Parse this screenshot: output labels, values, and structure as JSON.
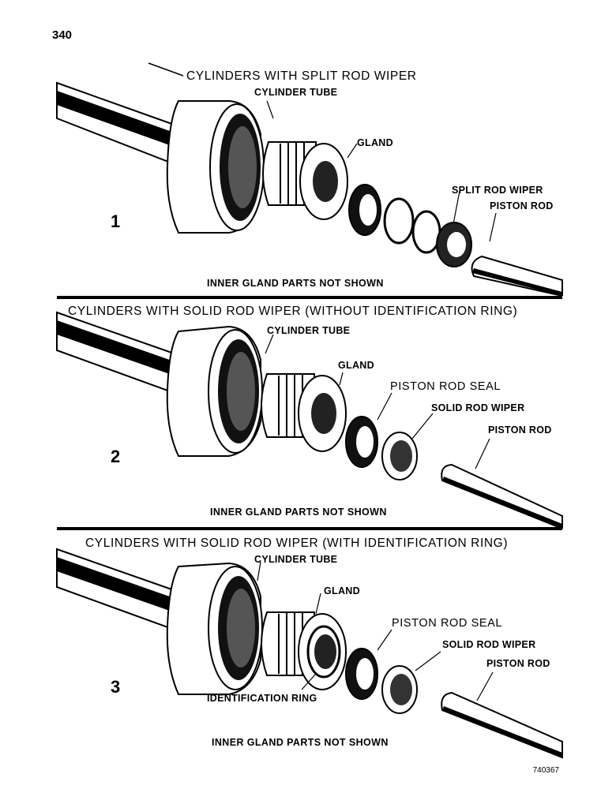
{
  "page_number": "340",
  "figure_id": "740367",
  "sections": [
    {
      "number": "1",
      "title": "CYLINDERS WITH SPLIT ROD WIPER",
      "labels": {
        "cylinder_tube": "CYLINDER TUBE",
        "gland": "GLAND",
        "split_rod_wiper": "SPLIT ROD WIPER",
        "piston_rod": "PISTON ROD"
      },
      "note": "INNER GLAND PARTS NOT SHOWN"
    },
    {
      "number": "2",
      "title": "CYLINDERS WITH SOLID ROD WIPER (WITHOUT IDENTIFICATION RING)",
      "labels": {
        "cylinder_tube": "CYLINDER TUBE",
        "gland": "GLAND",
        "piston_rod_seal": "PISTON ROD SEAL",
        "solid_rod_wiper": "SOLID ROD WIPER",
        "piston_rod": "PISTON ROD"
      },
      "note": "INNER GLAND PARTS NOT SHOWN"
    },
    {
      "number": "3",
      "title": "CYLINDERS WITH SOLID ROD WIPER (WITH IDENTIFICATION RING)",
      "labels": {
        "cylinder_tube": "CYLINDER TUBE",
        "gland": "GLAND",
        "piston_rod_seal": "PISTON ROD SEAL",
        "solid_rod_wiper": "SOLID ROD WIPER",
        "piston_rod": "PISTON ROD",
        "identification_ring": "IDENTIFICATION RING"
      },
      "note": "INNER GLAND PARTS NOT SHOWN"
    }
  ]
}
